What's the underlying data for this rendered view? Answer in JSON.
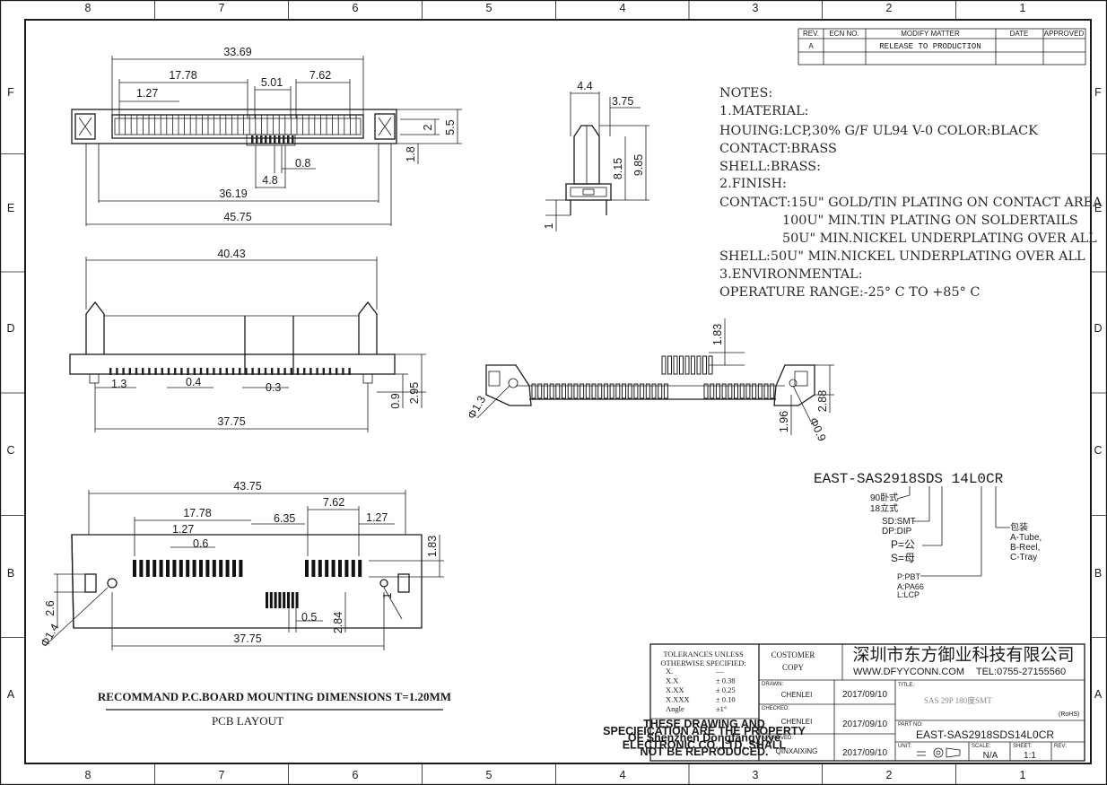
{
  "frame": {
    "columns": [
      "8",
      "7",
      "6",
      "5",
      "4",
      "3",
      "2",
      "1"
    ],
    "rows": [
      "F",
      "E",
      "D",
      "C",
      "B",
      "A"
    ]
  },
  "revision_block": {
    "headers": [
      "REV.",
      "ECN NO.",
      "MODIFY MATTER",
      "DATE",
      "APPROVED"
    ],
    "rev": "A",
    "matter": "RELEASE TO PRODUCTION"
  },
  "top_view": {
    "dims": [
      "33.69",
      "17.78",
      "1.27",
      "5.01",
      "7.62",
      "2",
      "5.5",
      "1.8",
      "0.8",
      "4.8",
      "36.19",
      "45.75"
    ]
  },
  "side_view": {
    "dims": [
      "4.4",
      "3.75",
      "8.15",
      "9.85",
      "1"
    ]
  },
  "notes": {
    "lines": [
      "NOTES:",
      "1.MATERIAL:",
      "HOUING:LCP,30% G/F UL94 V-0  COLOR:BLACK",
      "CONTACT:BRASS",
      "SHELL:BRASS:",
      "2.FINISH:",
      "CONTACT:15U\" GOLD/TIN PLATING ON CONTACT AREA",
      "100U\" MIN.TIN PLATING ON SOLDERTAILS",
      "50U\" MIN.NICKEL UNDERPLATING OVER ALL",
      "SHELL:50U\" MIN.NICKEL UNDERPLATING OVER ALL",
      "3.ENVIRONMENTAL:",
      "OPERATURE RANGE:-25° C TO +85° C"
    ]
  },
  "front_view": {
    "dims": [
      "40.43",
      "1.3",
      "0.4",
      "0.3",
      "0.9",
      "2.95",
      "37.75"
    ]
  },
  "bottom_view": {
    "dims": [
      "1.83",
      "1.96",
      "2.88",
      "Φ1.3",
      "Φ0.9"
    ]
  },
  "part_code": {
    "code": "EAST-SAS2918SDS 14L0CR",
    "opt_angle": [
      "90卧式",
      "18立式"
    ],
    "opt_mount": [
      "SD:SMT",
      "DP:DIP"
    ],
    "opt_gender": [
      "P=公",
      "S=母"
    ],
    "opt_packing": [
      "包装",
      "A-Tube,",
      "B-Reel,",
      "C-Tray"
    ],
    "opt_material": [
      "P:PBT",
      "A:PA66",
      "L:LCP"
    ]
  },
  "pcb_layout": {
    "dims": [
      "43.75",
      "17.78",
      "6.35",
      "7.62",
      "1.27",
      "1.27",
      "0.6",
      "1.83",
      "2.6",
      "1",
      "Φ1.4",
      "0.5",
      "2.84",
      "37.75"
    ],
    "caption": "RECOMMAND P.C.BOARD MOUNTING DIMENSIONS T=1.20MM",
    "label": "PCB LAYOUT"
  },
  "title_block": {
    "tolerance_title": "TOLERANCES UNLESS OTHERWISE SPECIFIED:",
    "tolerances": [
      {
        "k": "X.",
        "v": "—"
      },
      {
        "k": "X.X",
        "v": "± 0.38"
      },
      {
        "k": "X.XX",
        "v": "± 0.25"
      },
      {
        "k": "X.XXX",
        "v": "± 0.10"
      },
      {
        "k": "Angle",
        "v": "±1°"
      }
    ],
    "property_note": [
      "THESE DRAWING AND",
      "SPECIFICATION ARE THE PROPERTY",
      "OF Shenzhen Dongfangyuye",
      "ELECTRONIC  CO.,LTD. SHALL",
      "NOT BE REPRODUCED."
    ],
    "customer": "COSTOMER",
    "copy": "COPY",
    "company_cn": "深圳市东方御业科技有限公司",
    "website": "WWW.DFYYCONN.COM",
    "tel": "TEL:0755-27155560",
    "drawn_label": "DRAWN:",
    "drawn_by": "CHENLEI",
    "drawn_date": "2017/09/10",
    "checked_label": "CHECKED:",
    "checked_by": "CHENLEI",
    "checked_date": "2017/09/10",
    "approved_label": "APPROVED:",
    "approved_by": "QINXAIXING",
    "approved_date": "2017/09/10",
    "title_label": "TITLE:",
    "title": "SAS 29P 180度SMT",
    "rohs": "(RoHS)",
    "part_label": "PART NO:",
    "part_no": "EAST-SAS2918SDS14L0CR",
    "unit_label": "UNIT:",
    "scale_label": "SCALE:",
    "scale": "N/A",
    "sheet_label": "SHEET:",
    "sheet": "1:1",
    "rev_label": "REV:"
  }
}
